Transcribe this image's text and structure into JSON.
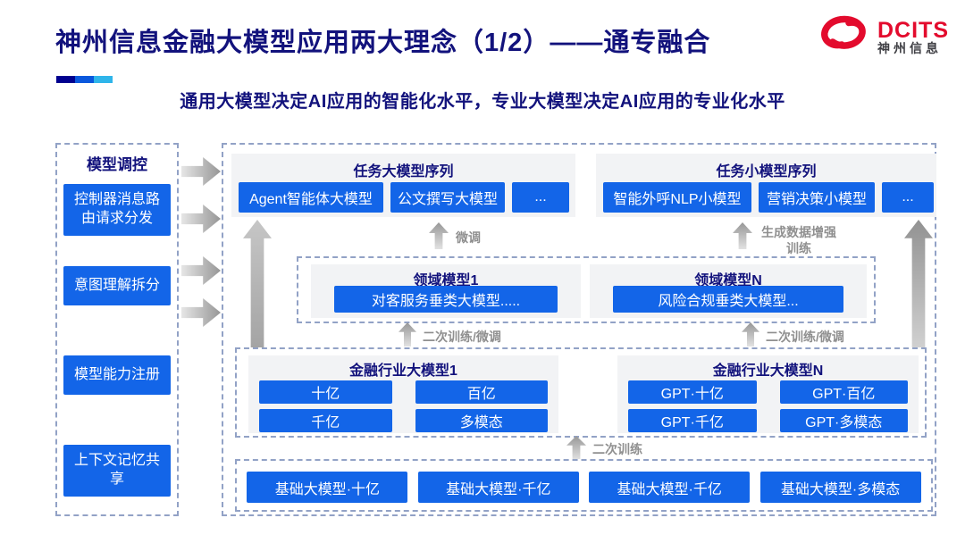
{
  "header": {
    "title": "神州信息金融大模型应用两大理念（1/2）——通专融合",
    "subtitle": "通用大模型决定AI应用的智能化水平，专业大模型决定AI应用的专业化水平",
    "logo": {
      "brand": "DCITS",
      "brand_cn": "神州信息"
    }
  },
  "colors": {
    "accent_blue": "#1365e8",
    "navy_text": "#12127c",
    "logo_red": "#e30b2d",
    "label_gray": "#8f8f8f",
    "deco_bar": [
      "#00008f",
      "#0a58dd",
      "#2fb5ea"
    ]
  },
  "sidebar": {
    "title": "模型调控",
    "items": [
      "控制器消息路由请求分发",
      "意图理解拆分",
      "模型能力注册",
      "上下文记忆共享"
    ]
  },
  "diagram": {
    "task_large_group": {
      "title": "任务大模型序列",
      "items": [
        "Agent智能体大模型",
        "公文撰写大模型",
        "..."
      ]
    },
    "task_small_group": {
      "title": "任务小模型序列",
      "items": [
        "智能外呼NLP小模型",
        "营销决策小模型",
        "..."
      ]
    },
    "domain_group": {
      "panels": [
        {
          "title": "领域模型1",
          "items": [
            "对客服务垂类大模型....."
          ]
        },
        {
          "title": "领域模型N",
          "items": [
            "风险合规垂类大模型..."
          ]
        }
      ]
    },
    "industry_group": {
      "panels": [
        {
          "title": "金融行业大模型1",
          "items": [
            "十亿",
            "百亿",
            "千亿",
            "多模态"
          ]
        },
        {
          "title": "金融行业大模型N",
          "items": [
            "GPT·十亿",
            "GPT·百亿",
            "GPT·千亿",
            "GPT·多模态"
          ]
        }
      ]
    },
    "base_group": {
      "items": [
        "基础大模型·十亿",
        "基础大模型·千亿",
        "基础大模型·千亿",
        "基础大模型·多模态"
      ]
    },
    "labels": {
      "fine_tune": "微调",
      "gen_data": "生成数据增强训练",
      "secondary_left": "二次训练/微调",
      "secondary_right": "二次训练/微调",
      "secondary_train": "二次训练"
    }
  }
}
